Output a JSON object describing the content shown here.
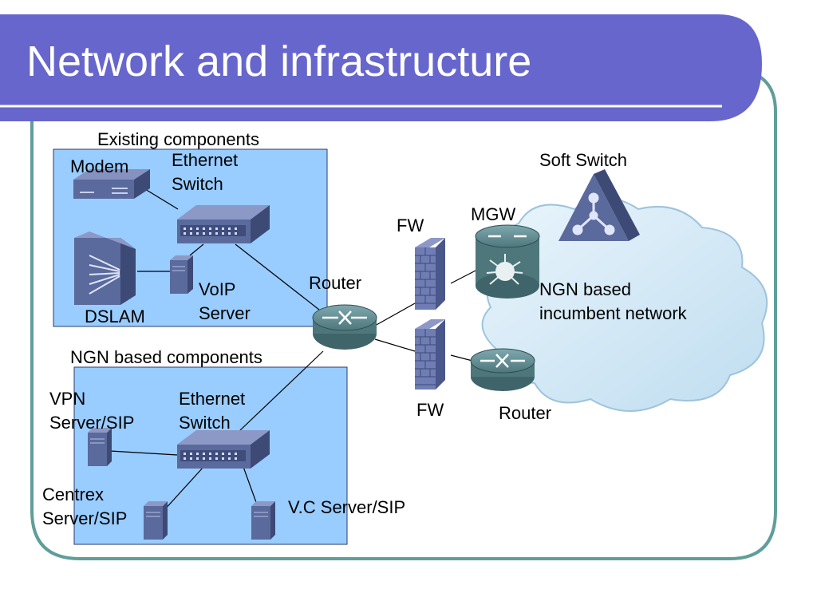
{
  "slide": {
    "title": "Network and infrastructure",
    "colors": {
      "title_bar": "#6666CC",
      "frame": "#5F9E9A",
      "group_fill": "#99CCFF",
      "device": "#5B6A9C",
      "router": "#5E8C92",
      "cloud": "#D4EAF7"
    }
  },
  "existing": {
    "title": "Existing components",
    "modem": "Modem",
    "ethernet_switch": "Ethernet\nSwitch",
    "dslam": "DSLAM",
    "voip_server": "VoIP\nServer"
  },
  "ngn": {
    "title": "NGN based components",
    "vpn_server": "VPN\nServer/SIP",
    "ethernet_switch": "Ethernet\nSwitch",
    "centrex_server": "Centrex\nServer/SIP",
    "vc_server": "V.C Server/SIP"
  },
  "core": {
    "router": "Router",
    "fw_top": "FW",
    "fw_bottom": "FW",
    "mgw": "MGW",
    "soft_switch": "Soft Switch",
    "cloud_label": "NGN based\nincumbent network",
    "router_right": "Router"
  }
}
